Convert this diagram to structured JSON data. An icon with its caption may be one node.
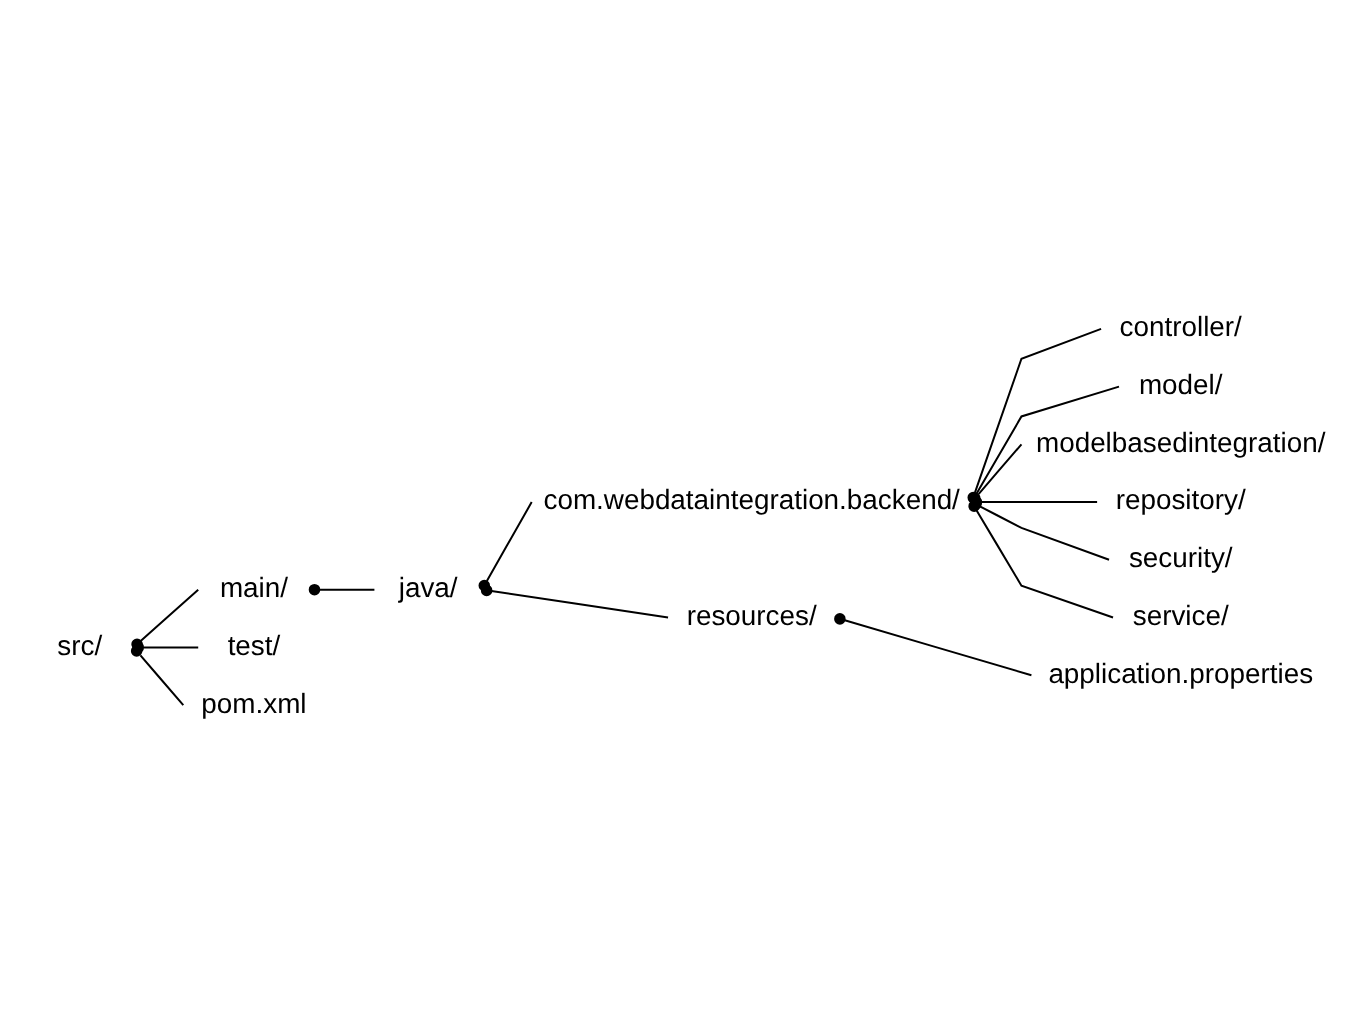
{
  "diagram": {
    "nodes": [
      {
        "text": [
          "src/"
        ]
      },
      {
        "text": [
          "main/"
        ]
      },
      {
        "text": [
          "java/"
        ]
      },
      {
        "text": [
          "com.webdataintegration.backend/"
        ]
      },
      {
        "text": [
          "controller/"
        ]
      },
      {
        "text": [
          "model/"
        ]
      },
      {
        "text": [
          "modelbasedintegration/"
        ]
      },
      {
        "text": [
          "repository/"
        ]
      },
      {
        "text": [
          "security/"
        ]
      },
      {
        "text": [
          "service/"
        ]
      },
      {
        "text": [
          "resources/"
        ]
      },
      {
        "text": [
          "application.properties"
        ]
      },
      {
        "text": [
          "test/"
        ]
      },
      {
        "text": [
          "pom.xml"
        ]
      }
    ],
    "edges": [
      {
        "from": 0,
        "to": 1,
        "arrow": "other"
      },
      {
        "from": 1,
        "to": 2,
        "arrow": "other"
      },
      {
        "from": 2,
        "to": 3,
        "arrow": "other"
      },
      {
        "from": 3,
        "to": 4,
        "arrow": "other"
      },
      {
        "from": 3,
        "to": 5,
        "arrow": "other"
      },
      {
        "from": 3,
        "to": 6,
        "arrow": "other"
      },
      {
        "from": 3,
        "to": 7,
        "arrow": "other"
      },
      {
        "from": 3,
        "to": 8,
        "arrow": "other"
      },
      {
        "from": 3,
        "to": 9,
        "arrow": "other"
      },
      {
        "from": 2,
        "to": 10,
        "arrow": "other"
      },
      {
        "from": 10,
        "to": 11,
        "arrow": "other"
      },
      {
        "from": 0,
        "to": 12,
        "arrow": "other"
      },
      {
        "from": 0,
        "to": 13,
        "arrow": "other"
      }
    ]
  }
}
